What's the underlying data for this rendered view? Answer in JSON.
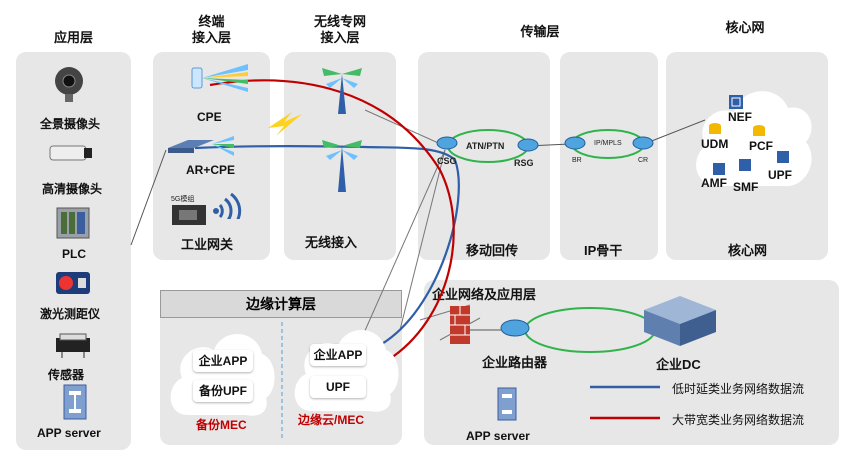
{
  "headers": {
    "app_layer": "应用层",
    "terminal_access": "终端\n接入层",
    "wireless_access": "无线专网\n接入层",
    "transport": "传输层",
    "core": "核心网",
    "edge_compute": "边缘计算层",
    "enterprise": "企业网络及应用层"
  },
  "app_devices": [
    "全景摄像头",
    "高清摄像头",
    "PLC",
    "激光测距仪",
    "传感器",
    "APP server"
  ],
  "terminal": {
    "cpe": "CPE",
    "ar_cpe": "AR+CPE",
    "module": "5G模组",
    "gateway": "工业网关"
  },
  "wireless": {
    "label": "无线接入"
  },
  "transport": {
    "csg": "CSG",
    "atn_ptn": "ATN/PTN",
    "rsg": "RSG",
    "mobile_backhaul": "移动回传",
    "br": "BR",
    "ip_mpls": "IP/MPLS",
    "cr": "CR",
    "ip_backbone": "IP骨干"
  },
  "core": {
    "nef": "NEF",
    "udm": "UDM",
    "pcf": "PCF",
    "amf": "AMF",
    "smf": "SMF",
    "upf": "UPF",
    "label": "核心网"
  },
  "edge": {
    "backup_app": "企业APP",
    "backup_upf": "备份UPF",
    "backup_label": "备份MEC",
    "edge_app": "企业APP",
    "edge_upf": "UPF",
    "edge_label": "边缘云/MEC"
  },
  "enterprise": {
    "router": "企业路由器",
    "dc": "企业DC",
    "app_server": "APP server"
  },
  "legend": {
    "low_latency": "低时延类业务网络数据流",
    "broadband": "大带宽类业务网络数据流",
    "low_latency_color": "#2e5fa8",
    "broadband_color": "#c00000"
  }
}
